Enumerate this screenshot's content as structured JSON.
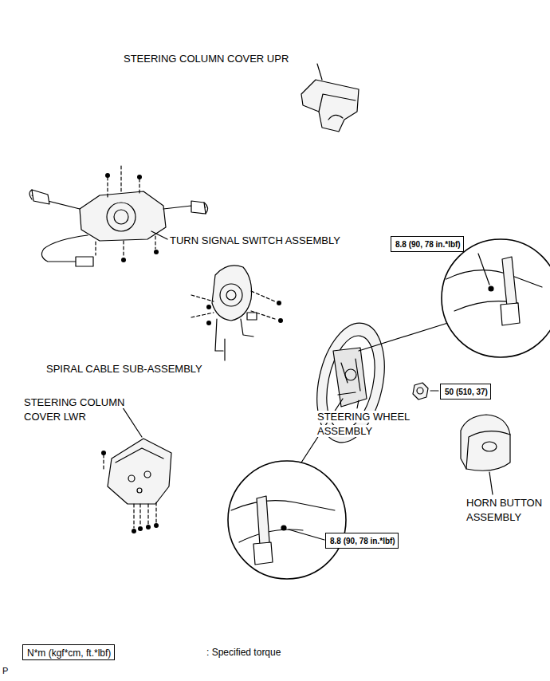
{
  "diagram": {
    "nodes": [
      {
        "text": [
          "8.8 (90, 78 in.*lbf)"
        ]
      },
      {
        "text": [
          "50 (510, 37)"
        ]
      },
      {
        "text": [
          "8.8 (90, 78 in.*lbf)"
        ]
      },
      {
        "text": [
          "N*m (kgf*cm, ft.*lbf)"
        ]
      }
    ],
    "labels": [
      "STEERING COLUMN COVER UPR",
      "TURN SIGNAL SWITCH ASSEMBLY",
      "SPIRAL CABLE SUB-ASSEMBLY",
      "STEERING COLUMN COVER LWR",
      "STEERING WHEEL ASSEMBLY",
      "HORN BUTTON ASSEMBLY",
      ": Specified torque",
      "P"
    ]
  }
}
